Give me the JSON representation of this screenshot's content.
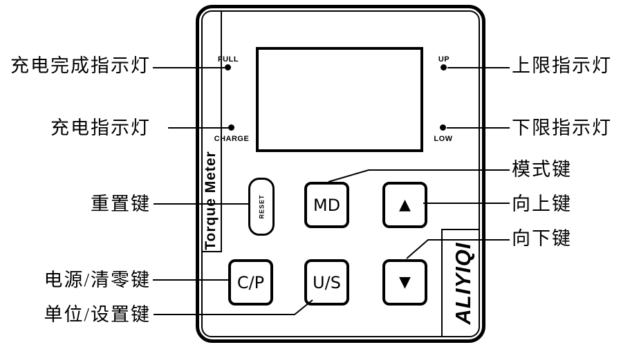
{
  "device": {
    "side_label": "Torque Meter",
    "brand": "ALIYIQI",
    "indicators": {
      "full": "FULL",
      "charge": "CHARGE",
      "up": "UP",
      "low": "LOW"
    },
    "buttons": {
      "reset": "RESET",
      "mode": "MD",
      "up": "▲",
      "power_clear": "C/P",
      "unit_set": "U/S",
      "down": "▼"
    }
  },
  "callouts": {
    "left": [
      {
        "label": "充电完成指示灯"
      },
      {
        "label": "充电指示灯"
      },
      {
        "label": "重置键"
      },
      {
        "label": "电源/清零键"
      },
      {
        "label": "单位/设置键"
      }
    ],
    "right": [
      {
        "label": "上限指示灯"
      },
      {
        "label": "下限指示灯"
      },
      {
        "label": "模式键"
      },
      {
        "label": "向上键"
      },
      {
        "label": "向下键"
      }
    ]
  }
}
